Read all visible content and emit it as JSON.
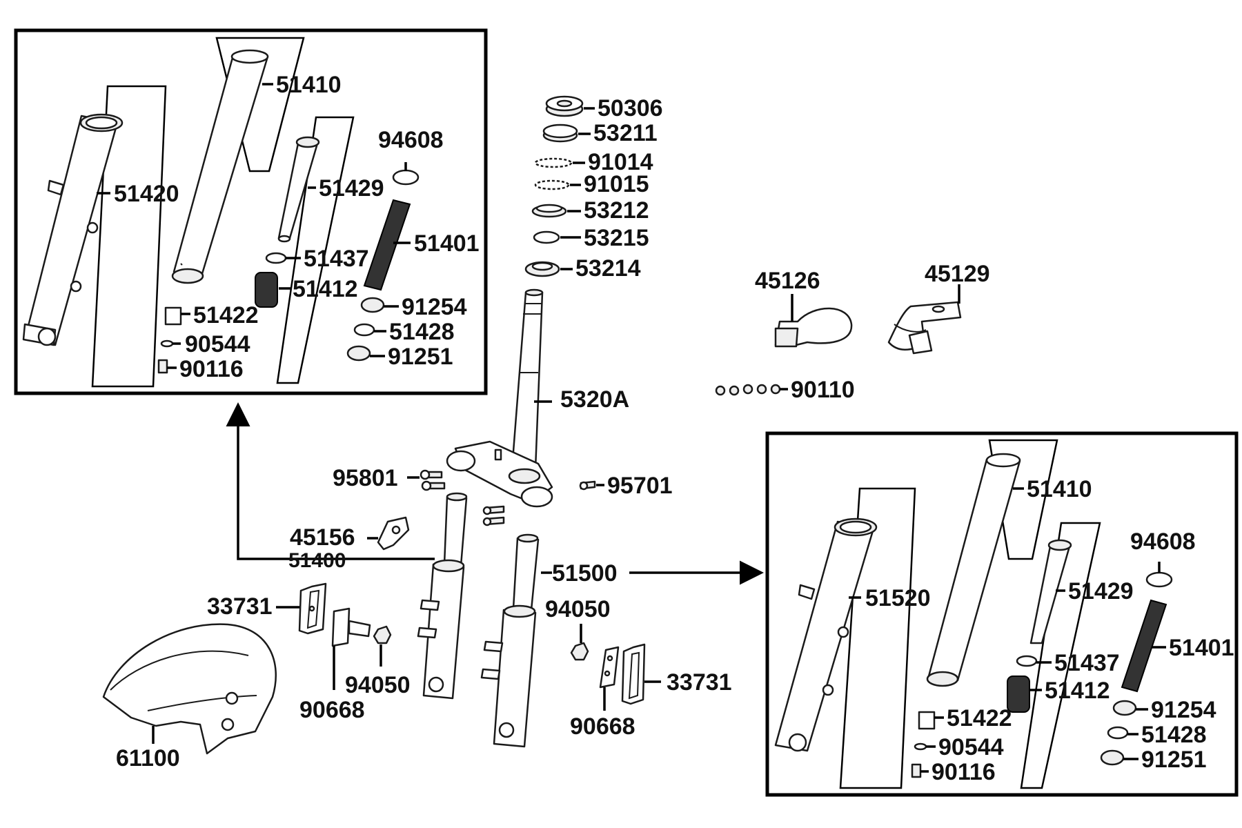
{
  "callouts": {
    "p50306": "50306",
    "p53211": "53211",
    "p91014": "91014",
    "p91015": "91015",
    "p53212": "53212",
    "p53215": "53215",
    "p53214": "53214",
    "p5320A": "5320A",
    "p45126": "45126",
    "p45129": "45129",
    "p90110": "90110",
    "p95801": "95801",
    "p95701": "95701",
    "p45156": "45156",
    "p51400": "51400",
    "p51500": "51500",
    "p33731_left": "33731",
    "p33731_right": "33731",
    "p94050_left": "94050",
    "p94050_right": "94050",
    "p90668_left": "90668",
    "p90668_right": "90668",
    "p61100": "61100"
  },
  "left_inset": {
    "p51410": "51410",
    "p51420": "51420",
    "p51429": "51429",
    "p94608": "94608",
    "p51401": "51401",
    "p51437": "51437",
    "p51412": "51412",
    "p51422": "51422",
    "p91254": "91254",
    "p51428": "51428",
    "p90544": "90544",
    "p91251": "91251",
    "p90116": "90116"
  },
  "right_inset": {
    "p51410": "51410",
    "p51520": "51520",
    "p51429": "51429",
    "p94608": "94608",
    "p51401": "51401",
    "p51437": "51437",
    "p51412": "51412",
    "p51422": "51422",
    "p91254": "91254",
    "p51428": "51428",
    "p90544": "90544",
    "p91251": "91251",
    "p90116": "90116"
  }
}
